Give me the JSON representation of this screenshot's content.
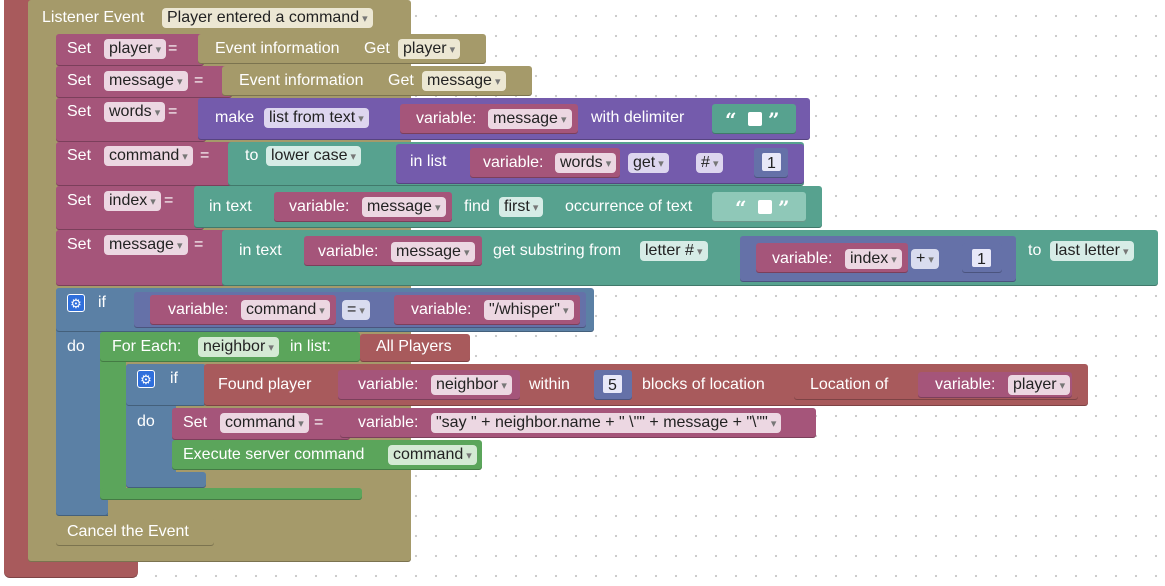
{
  "listener": {
    "label": "Listener Event",
    "event": "Player entered a command"
  },
  "rows": {
    "r1": {
      "set": "Set",
      "var": "player",
      "eq": "=",
      "src": "Event information",
      "get": "Get",
      "field": "player"
    },
    "r2": {
      "set": "Set",
      "var": "message",
      "eq": "=",
      "src": "Event information",
      "get": "Get",
      "field": "message"
    },
    "r3": {
      "set": "Set",
      "var": "words",
      "eq": "=",
      "make": "make",
      "mode": "list from text",
      "vlabel": "variable:",
      "vname": "message",
      "delim": "with delimiter",
      "q_open": "“",
      "q_close": "”"
    },
    "r4": {
      "set": "Set",
      "var": "command",
      "eq": "=",
      "to": "to",
      "case": "lower case",
      "inlist": "in list",
      "vlabel": "variable:",
      "vname": "words",
      "get": "get",
      "hash": "#",
      "index": "1"
    },
    "r5": {
      "set": "Set",
      "var": "index",
      "eq": "=",
      "intext": "in text",
      "vlabel": "variable:",
      "vname": "message",
      "find": "find",
      "which": "first",
      "occ": "occurrence of text",
      "q_open": "“",
      "q_close": "”"
    },
    "r6": {
      "set": "Set",
      "var": "message",
      "eq": "=",
      "intext": "in text",
      "vlabel": "variable:",
      "vname": "message",
      "sub": "get substring from",
      "from": "letter #",
      "vlabel2": "variable:",
      "vname2": "index",
      "op": "+",
      "add": "1",
      "to": "to",
      "end": "last letter"
    }
  },
  "if1": {
    "if": "if",
    "do": "do",
    "vlabel": "variable:",
    "vname": "command",
    "op": "=",
    "vlabel2": "variable:",
    "literal": "\"/whisper\""
  },
  "foreach": {
    "label": "For Each:",
    "var": "neighbor",
    "inlist": "in list:",
    "list": "All Players"
  },
  "if2": {
    "if": "if",
    "do": "do",
    "found": "Found player",
    "vlabel": "variable:",
    "vname": "neighbor",
    "within": "within",
    "dist": "5",
    "blocks": "blocks of location",
    "locof": "Location of",
    "vlabel2": "variable:",
    "vname2": "player"
  },
  "set_cmd": {
    "set": "Set",
    "var": "command",
    "eq": "=",
    "vlabel": "variable:",
    "expr": "\"say \" + neighbor.name + \" \\\"\" + message + \"\\\"\""
  },
  "exec": {
    "label": "Execute server command",
    "var": "command"
  },
  "cancel": {
    "label": "Cancel the Event"
  },
  "colors": {
    "event_outer": "#a85a5c",
    "listener": "#a59a6a",
    "set": "#a5557a",
    "purple": "#745bac",
    "teal": "#57a28f",
    "green": "#5ba55b",
    "blue": "#5b80a5",
    "brown": "#a55b5b",
    "list": "#6571a8"
  }
}
